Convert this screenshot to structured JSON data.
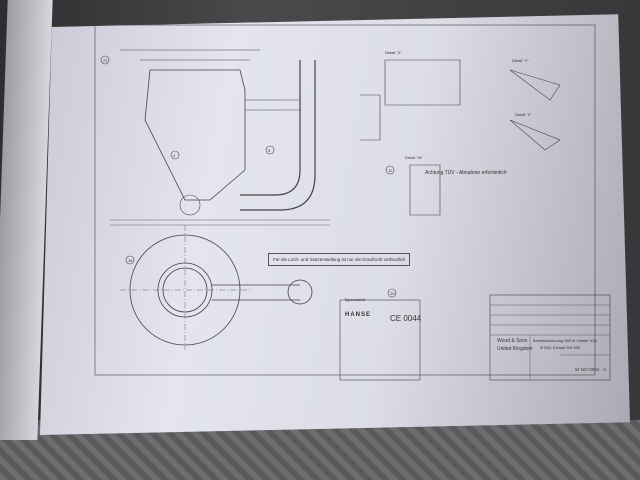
{
  "drawing": {
    "warning_title": "Achtung TÜV - Abnahme erforderlich",
    "note_box": "Für die Loch- und Stutzenstellung ist nur die Draufsicht verbindlich",
    "nameplate_label": "Typenschild",
    "logo": "HANSE",
    "ce_mark": "CE 0044",
    "customer": [
      "Wood & Sons",
      "United Kingdom"
    ],
    "title": [
      "Bestellzeichnung 300 ltr Gebler V2A",
      "Ø 500, Einlauf DN 500"
    ],
    "drawing_number": "W 167.0004",
    "revision": "A",
    "detail_labels": [
      "Detail \"X\"",
      "Detail \"Y\"",
      "Detail \"Z\"",
      "Detail \"W\""
    ],
    "callouts": [
      "21",
      "4",
      "5",
      "11",
      "16",
      "25"
    ]
  }
}
